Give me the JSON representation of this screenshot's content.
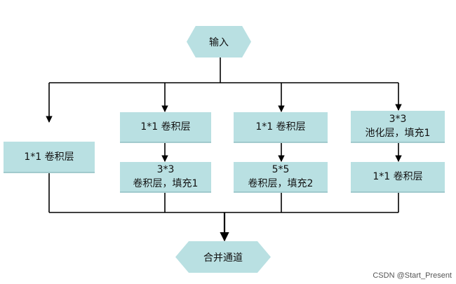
{
  "nodes": {
    "input": "输入",
    "b1_conv": "1*1 卷积层",
    "b2_conv1": "1*1 卷积层",
    "b2_conv3_size": "3*3",
    "b2_conv3_desc": "卷积层，填充1",
    "b3_conv1": "1*1 卷积层",
    "b3_conv5_size": "5*5",
    "b3_conv5_desc": "卷积层，填充2",
    "b4_pool_size": "3*3",
    "b4_pool_desc": "池化层，填充1",
    "b4_conv1": "1*1 卷积层",
    "concat": "合并通道"
  },
  "watermark": "CSDN @Start_Present",
  "colors": {
    "node_fill": "#b9e0e2",
    "line": "#000000"
  }
}
